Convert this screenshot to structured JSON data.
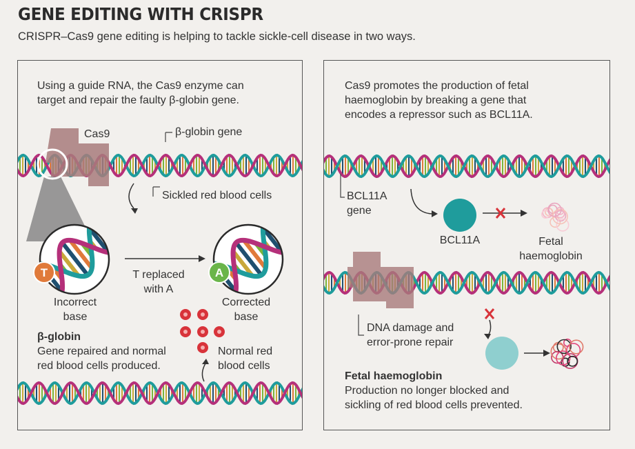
{
  "title": "GENE EDITING WITH CRISPR",
  "subtitle": "CRISPR–Cas9 gene editing is helping to tackle sickle-cell disease in two ways.",
  "left": {
    "intro_line1": "Using a guide RNA, the Cas9 enzyme can",
    "intro_line2": "target and repair the faulty β-globin gene.",
    "cas9_label": "Cas9",
    "gene_label": "β-globin gene",
    "sickled_label": "Sickled red blood cells",
    "replace_line1": "T replaced",
    "replace_line2": "with A",
    "base_t": "T",
    "base_a": "A",
    "incorrect_line1": "Incorrect",
    "incorrect_line2": "base",
    "corrected_line1": "Corrected",
    "corrected_line2": "base",
    "result_heading": "β-globin",
    "result_line1": "Gene repaired and normal",
    "result_line2": "red blood cells produced.",
    "normal_line1": "Normal red",
    "normal_line2": "blood cells"
  },
  "right": {
    "intro_line1": "Cas9 promotes the production of fetal",
    "intro_line2": "haemoglobin by breaking a gene that",
    "intro_line3": "encodes a repressor such as BCL11A.",
    "gene_line1": "BCL11A",
    "gene_line2": "gene",
    "protein_label": "BCL11A",
    "fetal_line1": "Fetal",
    "fetal_line2": "haemoglobin",
    "damage_line1": "DNA damage and",
    "damage_line2": "error-prone repair",
    "result_heading": "Fetal haemoglobin",
    "result_line1": "Production no longer blocked and",
    "result_line2": "sickling of red blood cells prevented."
  },
  "colors": {
    "strand_magenta": "#b5307a",
    "strand_teal": "#1f9c9c",
    "base_orange": "#e07a3a",
    "base_green": "#7ab53a",
    "base_yellow": "#c9a83a",
    "base_navy": "#1f4f6f",
    "cas9": "#a87b7b",
    "red_cell": "#d8333a",
    "bcl11a_protein": "#1f9c9c",
    "bcl11a_faded": "#8fcfcf",
    "inhibit_x": "#d8333a",
    "t_base": "#e07a3a",
    "a_base": "#6ab54a"
  }
}
